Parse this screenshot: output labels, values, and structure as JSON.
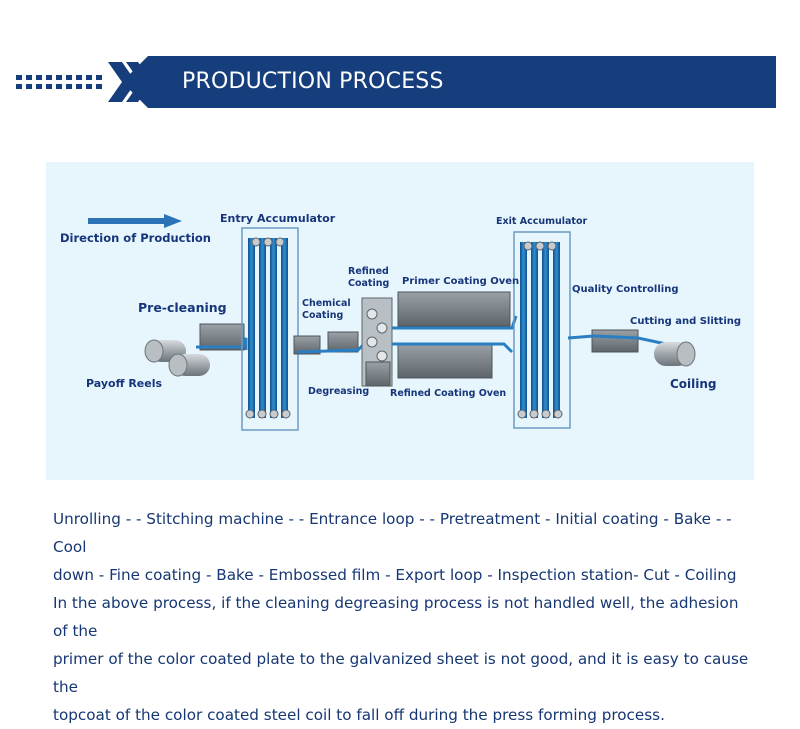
{
  "header": {
    "title": "PRODUCTION PROCESS",
    "icons": [
      "dashed-arrow-icon",
      "double-chevron-icon"
    ],
    "accent_color": "#163d7c"
  },
  "diagram": {
    "background_color": "#e7f6fd",
    "labels": {
      "direction": "Direction of Production",
      "entry_accumulator": "Entry Accumulator",
      "pre_cleaning": "Pre-cleaning",
      "payoff_reels": "Payoff Reels",
      "chemical_coating_1": "Chemical",
      "chemical_coating_2": "Coating",
      "degreasing": "Degreasing",
      "refined_coating_1": "Refined",
      "refined_coating_2": "Coating",
      "primer_oven": "Primer Coating Oven",
      "refined_oven": "Refined Coating Oven",
      "exit_accumulator": "Exit Accumulator",
      "quality": "Quality Controlling",
      "cutting": "Cutting and Slitting",
      "coiling": "Coiling"
    }
  },
  "text": {
    "process_line_1": "Unrolling - - Stitching machine - - Entrance loop - - Pretreatment - Initial coating - Bake - - Cool",
    "process_line_2": "down - Fine coating - Bake - Embossed film - Export loop - Inspection station- Cut - Coiling",
    "description_line_1": "In the above process, if the cleaning degreasing process is not handled well, the adhesion of the",
    "description_line_2": "primer of the color coated plate to the galvanized sheet is not good, and it is easy to cause the",
    "description_line_3": "topcoat of the color coated steel coil to fall off during the press forming process."
  }
}
